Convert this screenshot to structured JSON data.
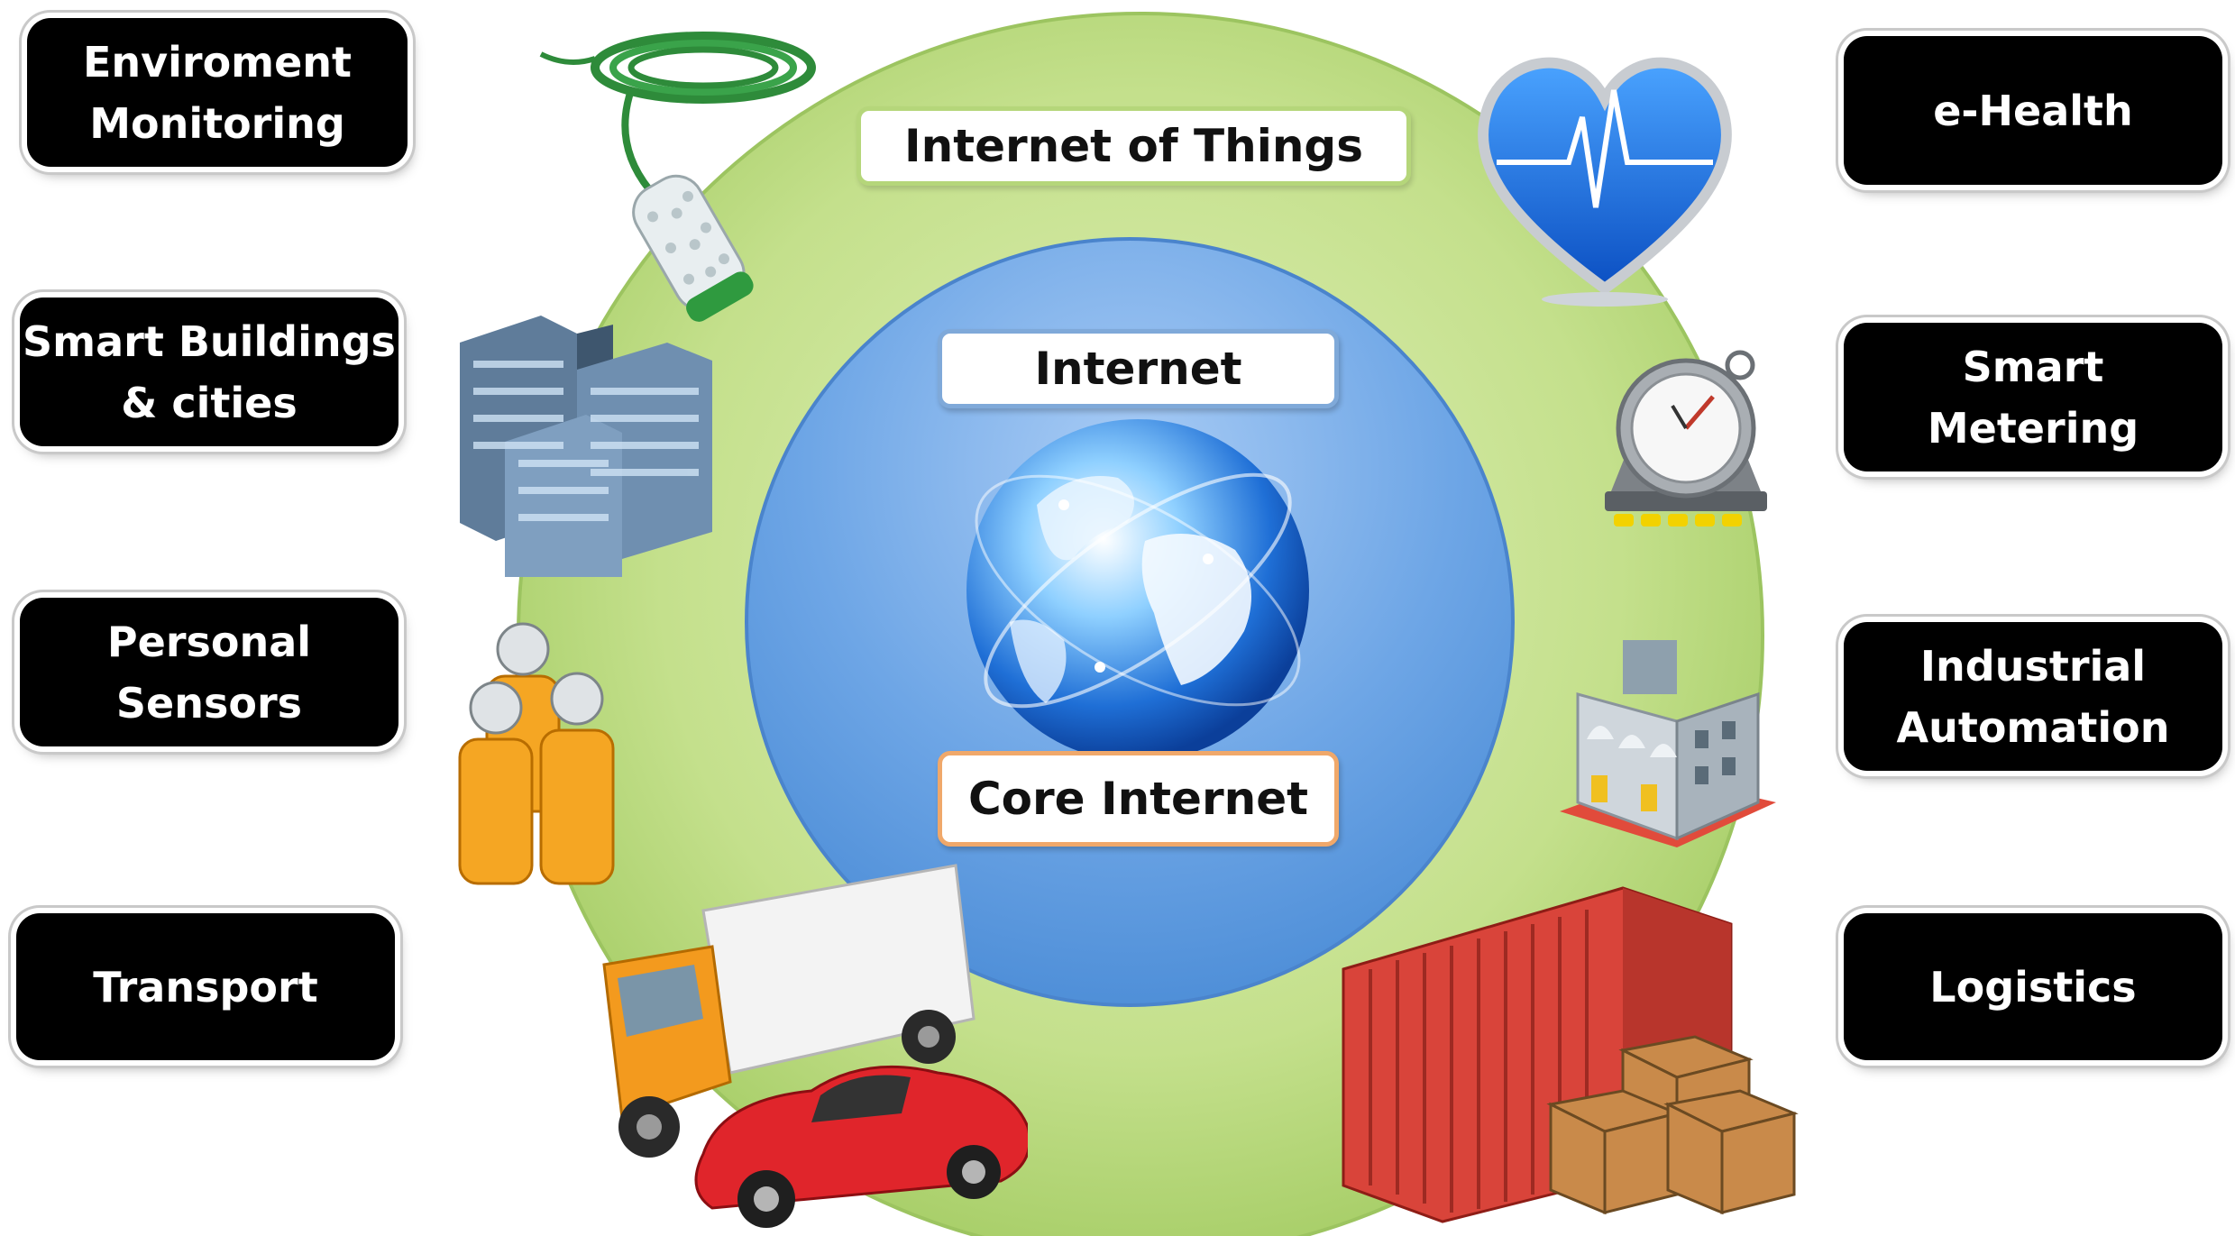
{
  "diagram": {
    "circle_labels": {
      "outer": "Internet of Things",
      "middle": "Internet",
      "inner": "Core Internet"
    },
    "left_categories": [
      {
        "label": "Enviroment\nMonitoring",
        "icon": "sensor-probe-icon"
      },
      {
        "label": "Smart Buildings\n& cities",
        "icon": "office-buildings-icon"
      },
      {
        "label": "Personal\nSensors",
        "icon": "people-icon"
      },
      {
        "label": "Transport",
        "icon": "truck-car-icon"
      }
    ],
    "right_categories": [
      {
        "label": "e-Health",
        "icon": "heart-monitor-icon"
      },
      {
        "label": "Smart\nMetering",
        "icon": "meter-icon"
      },
      {
        "label": "Industrial\nAutomation",
        "icon": "factory-icon"
      },
      {
        "label": "Logistics",
        "icon": "container-boxes-icon"
      }
    ],
    "colors": {
      "outer_ring": "#b8d97a",
      "middle_ring": "#6fa8e8",
      "box_background": "#000000",
      "box_text": "#ffffff"
    }
  }
}
